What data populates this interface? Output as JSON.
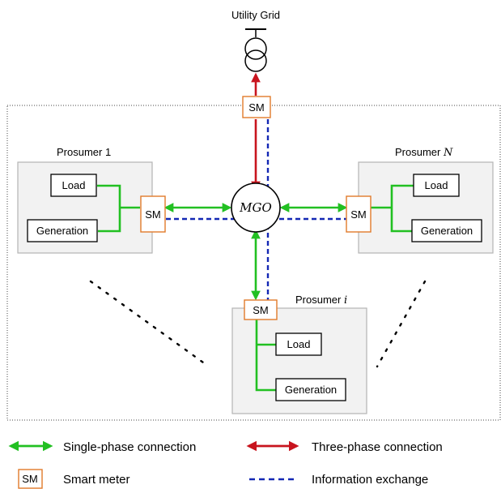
{
  "utility_grid": {
    "label": "Utility Grid"
  },
  "mgo": {
    "label": "MGO"
  },
  "smart_meter_label": "SM",
  "prosumers": [
    {
      "name": "Prosumer",
      "index": "1",
      "load": "Load",
      "generation": "Generation"
    },
    {
      "name": "Prosumer",
      "index": "N",
      "load": "Load",
      "generation": "Generation"
    },
    {
      "name": "Prosumer",
      "index": "i",
      "load": "Load",
      "generation": "Generation"
    }
  ],
  "legend": {
    "single_phase": "Single-phase connection",
    "three_phase": "Three-phase connection",
    "smart_meter": "Smart meter",
    "info_exchange": "Information exchange"
  },
  "colors": {
    "single_phase": "#22c022",
    "three_phase": "#c8141e",
    "info": "#1428b4",
    "smart_meter_border": "#e07b2a",
    "prosumer_fill": "#f2f2f2",
    "prosumer_border": "#b4b4b4"
  }
}
